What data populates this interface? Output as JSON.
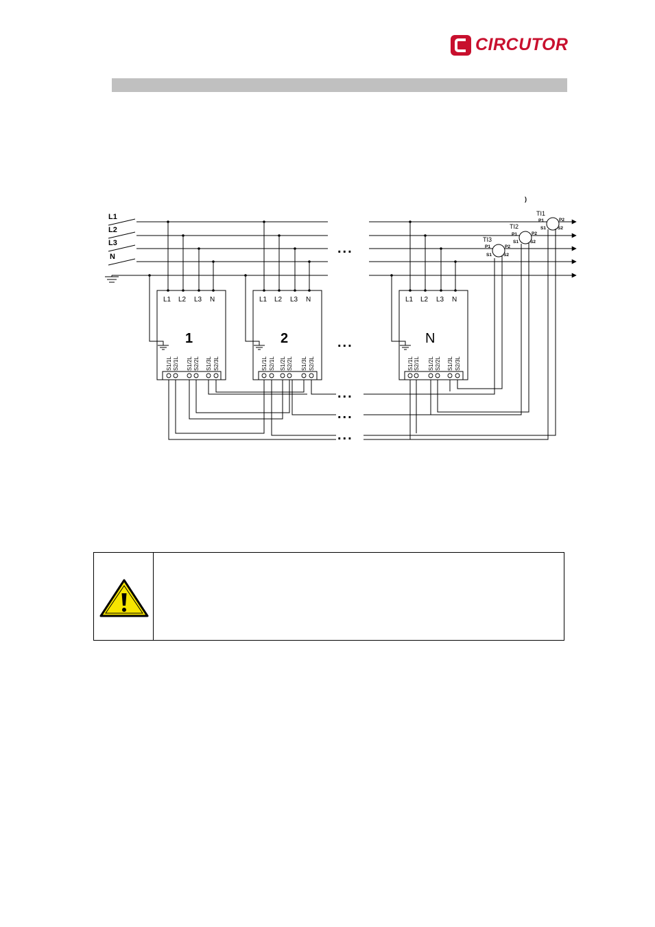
{
  "brand": {
    "name": "CIRCUTOR",
    "color": "#c8102e"
  },
  "lines": [
    "L1",
    "L2",
    "L3",
    "N"
  ],
  "devices": [
    {
      "label": "1",
      "terminals_top": [
        "L1",
        "L2",
        "L3",
        "N"
      ],
      "terminals_bottom": [
        "S1/1L",
        "S2/1L",
        "S1/2L",
        "S2/2L",
        "S1/3L",
        "S2/3L"
      ]
    },
    {
      "label": "2",
      "terminals_top": [
        "L1",
        "L2",
        "L3",
        "N"
      ],
      "terminals_bottom": [
        "S1/1L",
        "S2/1L",
        "S1/2L",
        "S2/2L",
        "S1/3L",
        "S2/3L"
      ]
    },
    {
      "label": "N",
      "terminals_top": [
        "L1",
        "L2",
        "L3",
        "N"
      ],
      "terminals_bottom": [
        "S1/1L",
        "S2/1L",
        "S1/2L",
        "S2/2L",
        "S1/3L",
        "S2/3L"
      ]
    }
  ],
  "transformers": [
    {
      "name": "TI1",
      "p1": "P1",
      "p2": "P2",
      "s1": "S1",
      "s2": "S2"
    },
    {
      "name": "TI2",
      "p1": "P1",
      "p2": "P2",
      "s1": "S1",
      "s2": "S2"
    },
    {
      "name": "TI3",
      "p1": "P1",
      "p2": "P2",
      "s1": "S1",
      "s2": "S2"
    }
  ],
  "ellipsis": "...",
  "stray_mark": ")",
  "warning": {
    "icon": "warning-triangle-icon"
  }
}
